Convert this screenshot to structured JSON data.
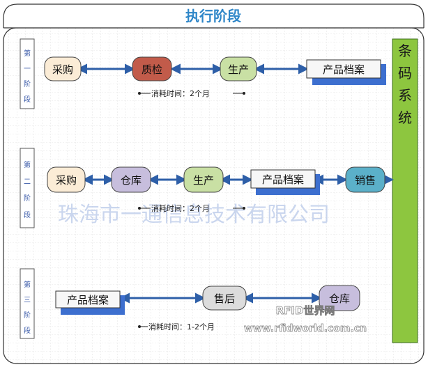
{
  "title": "执行阶段",
  "barcode_system": "条码系统",
  "watermark": "珠海市一通信息技术有限公司",
  "footer_logo": "RFID世界网",
  "footer_url": "www.rfidworld.com.cn",
  "colors": {
    "title_text": "#2e86c8",
    "arrow": "#2e5fa8",
    "barcode_fill": "#8dc63f",
    "grid_line": "#c8c8c8"
  },
  "phases": [
    {
      "label": "第一阶段",
      "nodes": [
        "采购",
        "质检",
        "生产",
        "产品档案"
      ],
      "duration": "消耗时间：2个月"
    },
    {
      "label": "第二阶段",
      "nodes": [
        "采购",
        "仓库",
        "生产",
        "产品档案",
        "销售"
      ],
      "duration": "消耗时间：2个月"
    },
    {
      "label": "第三阶段",
      "nodes": [
        "产品档案",
        "售后",
        "仓库"
      ],
      "duration": "消耗时间：1-2个月"
    }
  ]
}
